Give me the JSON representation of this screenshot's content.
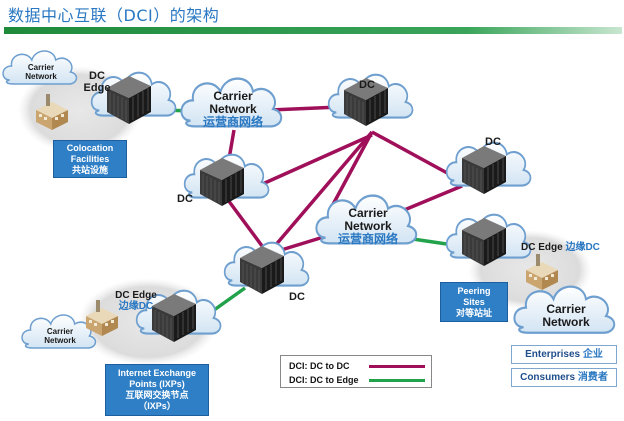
{
  "title": "数据中心互联（DCI）的架构",
  "clouds": {
    "carrier_top_left": "Carrier\nNetwork",
    "carrier_center_top": {
      "en": "Carrier\nNetwork",
      "cn": "运营商网络"
    },
    "carrier_center": {
      "en": "Carrier\nNetwork",
      "cn": "运营商网络"
    },
    "carrier_bottom_left": "Carrier\nNetwork",
    "carrier_right": "Carrier\nNetwork"
  },
  "dc_labels": {
    "dc_edge_top": "DC\nEdge",
    "dc_top": "DC",
    "dc_mid_left": "DC",
    "dc_right": "DC",
    "dc_bottom": "DC",
    "dc_edge_bottom": {
      "en": "DC Edge",
      "cn": "边缘DC"
    },
    "dc_edge_right": {
      "en": "DC Edge",
      "cn": "边缘DC"
    }
  },
  "boxes": {
    "colocation": {
      "en": "Colocation\nFacilities",
      "cn": "共站设施"
    },
    "peering": {
      "en": "Peering\nSites",
      "cn": "对等站址"
    },
    "ixp": {
      "en": "Internet Exchange\nPoints (IXPs)",
      "cn": "互联网交换节点\n（IXPs）"
    }
  },
  "legend": {
    "dc_to_dc": "DCI:  DC to DC",
    "dc_to_edge": "DCI:  DC to Edge"
  },
  "tags": {
    "enterprises": {
      "en": "Enterprises",
      "cn": "企业"
    },
    "consumers": {
      "en": "Consumers",
      "cn": "消费者"
    }
  },
  "colors": {
    "dc_to_dc": "#a0105a",
    "dc_to_edge": "#22a24a",
    "accent": "#2a78c2",
    "box": "#2f7fc6",
    "header_bar": "#1e8a3a"
  }
}
